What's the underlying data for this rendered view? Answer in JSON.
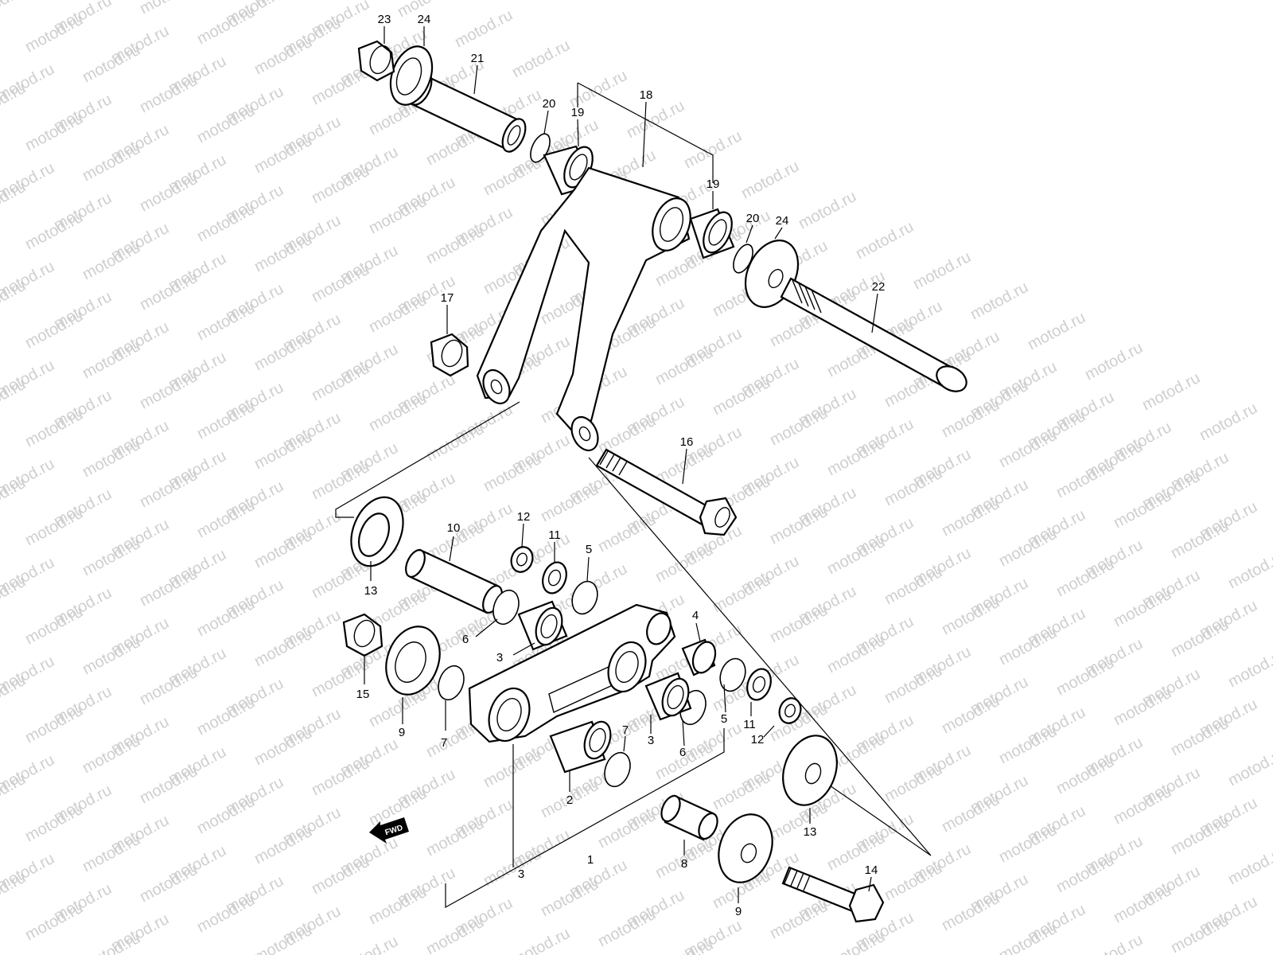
{
  "watermark": "motod.ru",
  "fwd_label": "FWD",
  "callouts": [
    {
      "id": "c1",
      "text": "1"
    },
    {
      "id": "c2",
      "text": "2"
    },
    {
      "id": "c3a",
      "text": "3"
    },
    {
      "id": "c3b",
      "text": "3"
    },
    {
      "id": "c3c",
      "text": "3"
    },
    {
      "id": "c4",
      "text": "4"
    },
    {
      "id": "c5a",
      "text": "5"
    },
    {
      "id": "c5b",
      "text": "5"
    },
    {
      "id": "c6a",
      "text": "6"
    },
    {
      "id": "c6b",
      "text": "6"
    },
    {
      "id": "c7a",
      "text": "7"
    },
    {
      "id": "c7b",
      "text": "7"
    },
    {
      "id": "c8",
      "text": "8"
    },
    {
      "id": "c9a",
      "text": "9"
    },
    {
      "id": "c9b",
      "text": "9"
    },
    {
      "id": "c10",
      "text": "10"
    },
    {
      "id": "c11a",
      "text": "11"
    },
    {
      "id": "c11b",
      "text": "11"
    },
    {
      "id": "c12a",
      "text": "12"
    },
    {
      "id": "c12b",
      "text": "12"
    },
    {
      "id": "c13a",
      "text": "13"
    },
    {
      "id": "c13b",
      "text": "13"
    },
    {
      "id": "c14",
      "text": "14"
    },
    {
      "id": "c15",
      "text": "15"
    },
    {
      "id": "c16",
      "text": "16"
    },
    {
      "id": "c17",
      "text": "17"
    },
    {
      "id": "c18",
      "text": "18"
    },
    {
      "id": "c19a",
      "text": "19"
    },
    {
      "id": "c19b",
      "text": "19"
    },
    {
      "id": "c20a",
      "text": "20"
    },
    {
      "id": "c20b",
      "text": "20"
    },
    {
      "id": "c21",
      "text": "21"
    },
    {
      "id": "c22",
      "text": "22"
    },
    {
      "id": "c23",
      "text": "23"
    },
    {
      "id": "c24a",
      "text": "24"
    },
    {
      "id": "c24b",
      "text": "24"
    }
  ]
}
